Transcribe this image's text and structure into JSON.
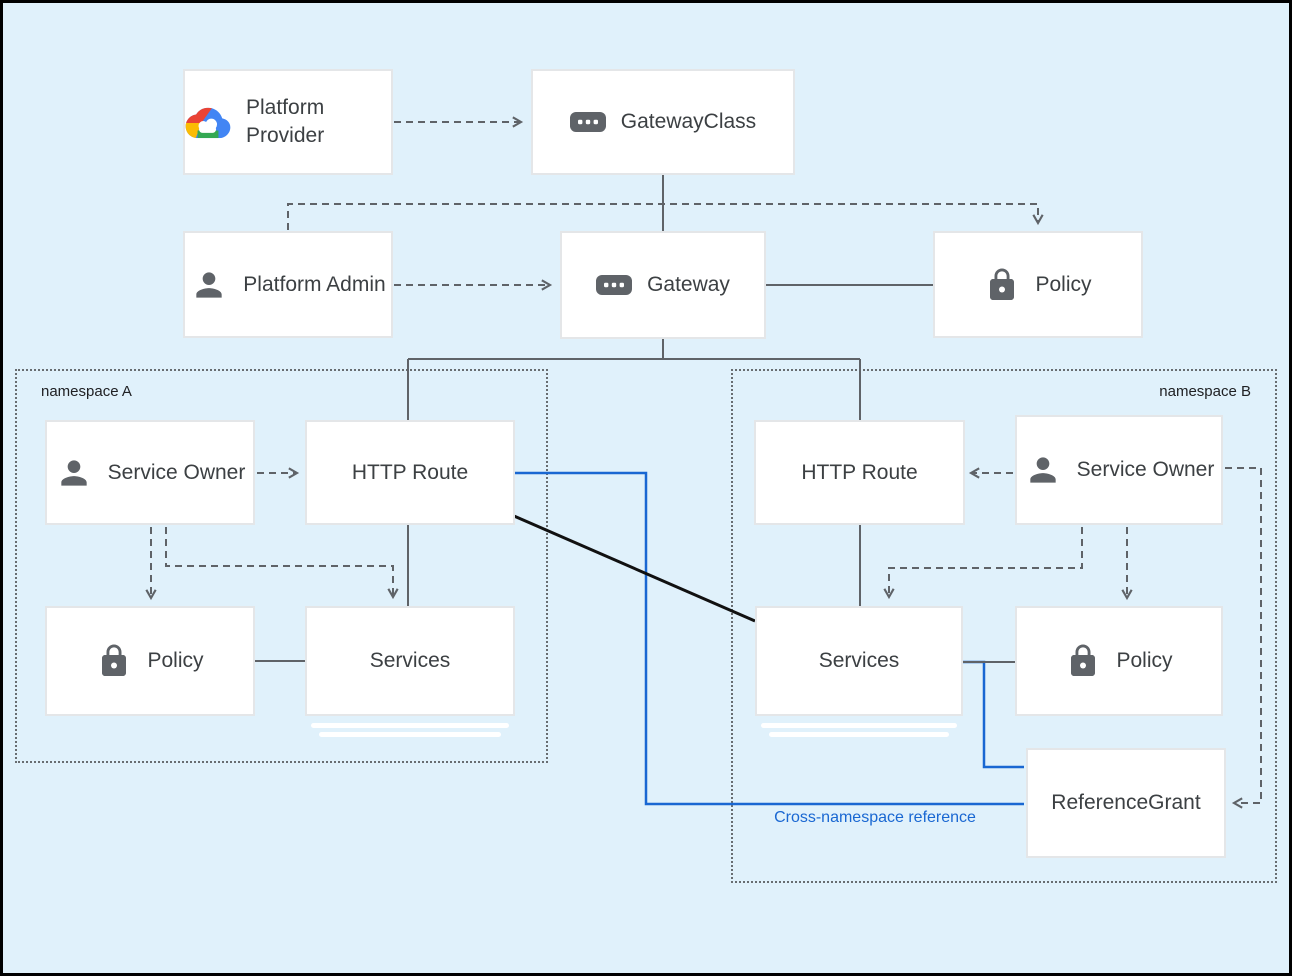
{
  "colors": {
    "background": "#e0f1fb",
    "frame_border": "#000000",
    "box_border": "#e4e6e8",
    "text": "#3c4043",
    "line_gray": "#5f6368",
    "accent_blue": "#1967d2",
    "line_black": "#111111",
    "gcp_logo": [
      "#ea4335",
      "#fbbc04",
      "#34a853",
      "#4285f4"
    ]
  },
  "namespaces": {
    "a": {
      "label": "namespace A"
    },
    "b": {
      "label": "namespace B"
    }
  },
  "nodes": {
    "platform_provider": {
      "label": "Platform Provider",
      "icon": "google-cloud-logo"
    },
    "gateway_class": {
      "label": "GatewayClass",
      "icon": "resource-chip-icon"
    },
    "platform_admin": {
      "label": "Platform Admin",
      "icon": "person-icon"
    },
    "gateway": {
      "label": "Gateway",
      "icon": "resource-chip-icon"
    },
    "policy_admin": {
      "label": "Policy",
      "icon": "lock-icon"
    },
    "service_owner_a": {
      "label": "Service Owner",
      "icon": "person-icon"
    },
    "http_route_a": {
      "label": "HTTP Route",
      "icon": "none"
    },
    "policy_a": {
      "label": "Policy",
      "icon": "lock-icon"
    },
    "services_a": {
      "label": "Services",
      "icon": "none"
    },
    "http_route_b": {
      "label": "HTTP Route",
      "icon": "none"
    },
    "service_owner_b": {
      "label": "Service Owner",
      "icon": "person-icon"
    },
    "services_b": {
      "label": "Services",
      "icon": "none"
    },
    "policy_b": {
      "label": "Policy",
      "icon": "lock-icon"
    },
    "reference_grant": {
      "label": "ReferenceGrant",
      "icon": "none"
    }
  },
  "annotations": {
    "cross_namespace": {
      "label": "Cross-namespace reference",
      "color": "#1967d2"
    }
  },
  "edges": [
    {
      "from": "platform_provider",
      "to": "gateway_class",
      "style": "dashed-arrow"
    },
    {
      "from": "gateway_class",
      "to": "gateway",
      "style": "solid"
    },
    {
      "from": "platform_admin",
      "to": "policy_admin",
      "style": "dashed-arrow"
    },
    {
      "from": "platform_admin",
      "to": "gateway",
      "style": "dashed-arrow"
    },
    {
      "from": "gateway",
      "to": "policy_admin",
      "style": "solid"
    },
    {
      "from": "gateway",
      "to": "http_route_a",
      "style": "solid"
    },
    {
      "from": "gateway",
      "to": "http_route_b",
      "style": "solid"
    },
    {
      "from": "service_owner_a",
      "to": "http_route_a",
      "style": "dashed-arrow"
    },
    {
      "from": "service_owner_a",
      "to": "policy_a",
      "style": "dashed-arrow"
    },
    {
      "from": "service_owner_a",
      "to": "services_a",
      "style": "dashed-arrow"
    },
    {
      "from": "http_route_a",
      "to": "services_a",
      "style": "solid"
    },
    {
      "from": "policy_a",
      "to": "services_a",
      "style": "solid"
    },
    {
      "from": "service_owner_b",
      "to": "http_route_b",
      "style": "dashed-arrow"
    },
    {
      "from": "service_owner_b",
      "to": "services_b",
      "style": "dashed-arrow"
    },
    {
      "from": "service_owner_b",
      "to": "policy_b",
      "style": "dashed-arrow"
    },
    {
      "from": "service_owner_b",
      "to": "reference_grant",
      "style": "dashed-arrow"
    },
    {
      "from": "http_route_b",
      "to": "services_b",
      "style": "solid"
    },
    {
      "from": "services_b",
      "to": "policy_b",
      "style": "solid"
    },
    {
      "from": "http_route_a",
      "to": "services_b",
      "style": "solid-black"
    },
    {
      "from": "http_route_a",
      "to": "reference_grant",
      "style": "blue"
    },
    {
      "from": "services_b",
      "to": "reference_grant",
      "style": "blue"
    }
  ]
}
